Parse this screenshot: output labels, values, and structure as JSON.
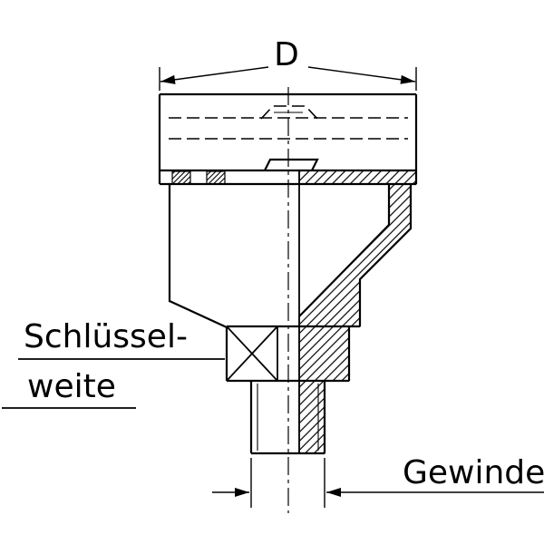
{
  "labels": {
    "d": "D",
    "schluessel_line1": "Schlüssel-",
    "schluessel_line2": "weite",
    "gewinde": "Gewinde"
  },
  "colors": {
    "line": "#000000",
    "background": "#ffffff"
  }
}
